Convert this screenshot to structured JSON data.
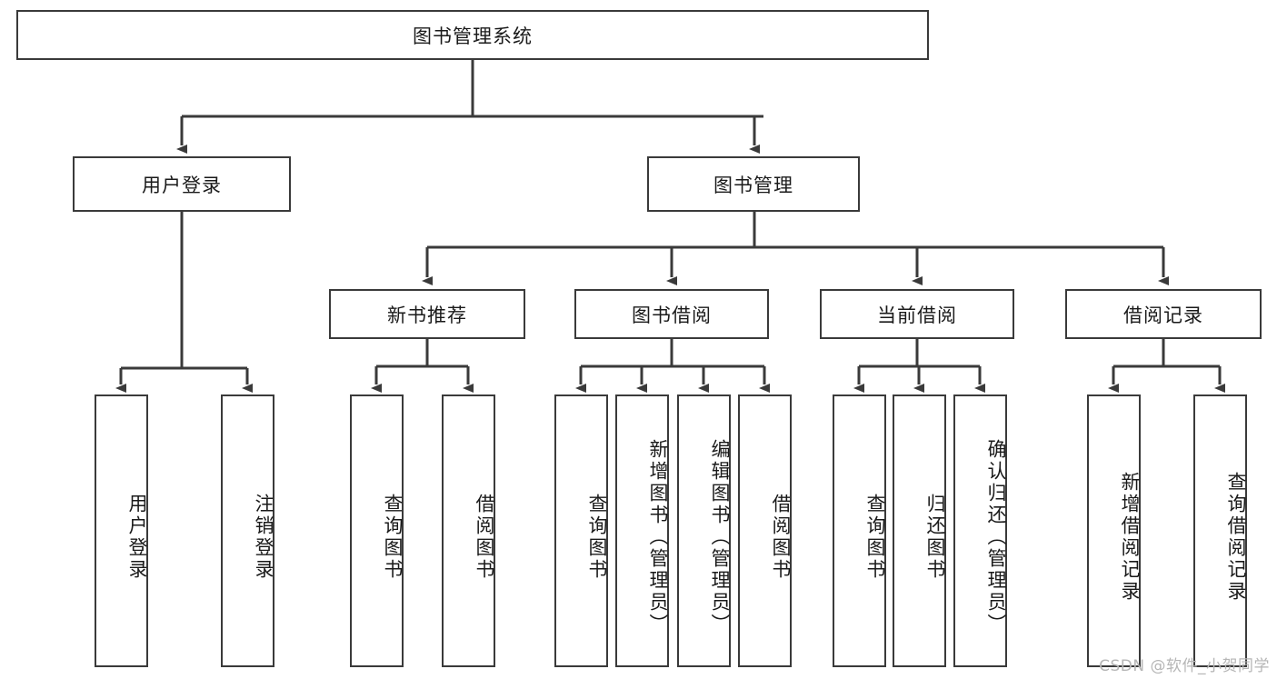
{
  "diagram": {
    "title": "图书管理系统",
    "type": "hierarchy-tree",
    "root": {
      "id": "root",
      "label": "图书管理系统"
    },
    "level1": [
      {
        "id": "user-login",
        "label": "用户登录"
      },
      {
        "id": "book-manage",
        "label": "图书管理"
      }
    ],
    "level2": [
      {
        "id": "new-book-rec",
        "label": "新书推荐"
      },
      {
        "id": "book-borrow",
        "label": "图书借阅"
      },
      {
        "id": "current-borrow",
        "label": "当前借阅"
      },
      {
        "id": "borrow-record",
        "label": "借阅记录"
      }
    ],
    "leaves": {
      "user_login": [
        {
          "id": "leaf-user-login",
          "label": "用户登录"
        },
        {
          "id": "leaf-logout",
          "label": "注销登录"
        }
      ],
      "new_book_rec": [
        {
          "id": "leaf-query-book-1",
          "label": "查询图书"
        },
        {
          "id": "leaf-borrow-book-1",
          "label": "借阅图书"
        }
      ],
      "book_borrow": [
        {
          "id": "leaf-query-book-2",
          "label": "查询图书"
        },
        {
          "id": "leaf-add-book",
          "label": "新增图书（管理员）"
        },
        {
          "id": "leaf-edit-book",
          "label": "编辑图书（管理员）"
        },
        {
          "id": "leaf-borrow-book-2",
          "label": "借阅图书"
        }
      ],
      "current_borrow": [
        {
          "id": "leaf-query-book-3",
          "label": "查询图书"
        },
        {
          "id": "leaf-return-book",
          "label": "归还图书"
        },
        {
          "id": "leaf-confirm-return",
          "label": "确认归还（管理员）"
        }
      ],
      "borrow_record": [
        {
          "id": "leaf-add-record",
          "label": "新增借阅记录"
        },
        {
          "id": "leaf-query-record",
          "label": "查询借阅记录"
        }
      ]
    }
  },
  "watermark": {
    "text": "CSDN @软件_小贺同学"
  },
  "colors": {
    "border": "#3a3a3a",
    "text": "#1a1a1a",
    "background": "#ffffff",
    "watermark": "#b6b6b6"
  }
}
